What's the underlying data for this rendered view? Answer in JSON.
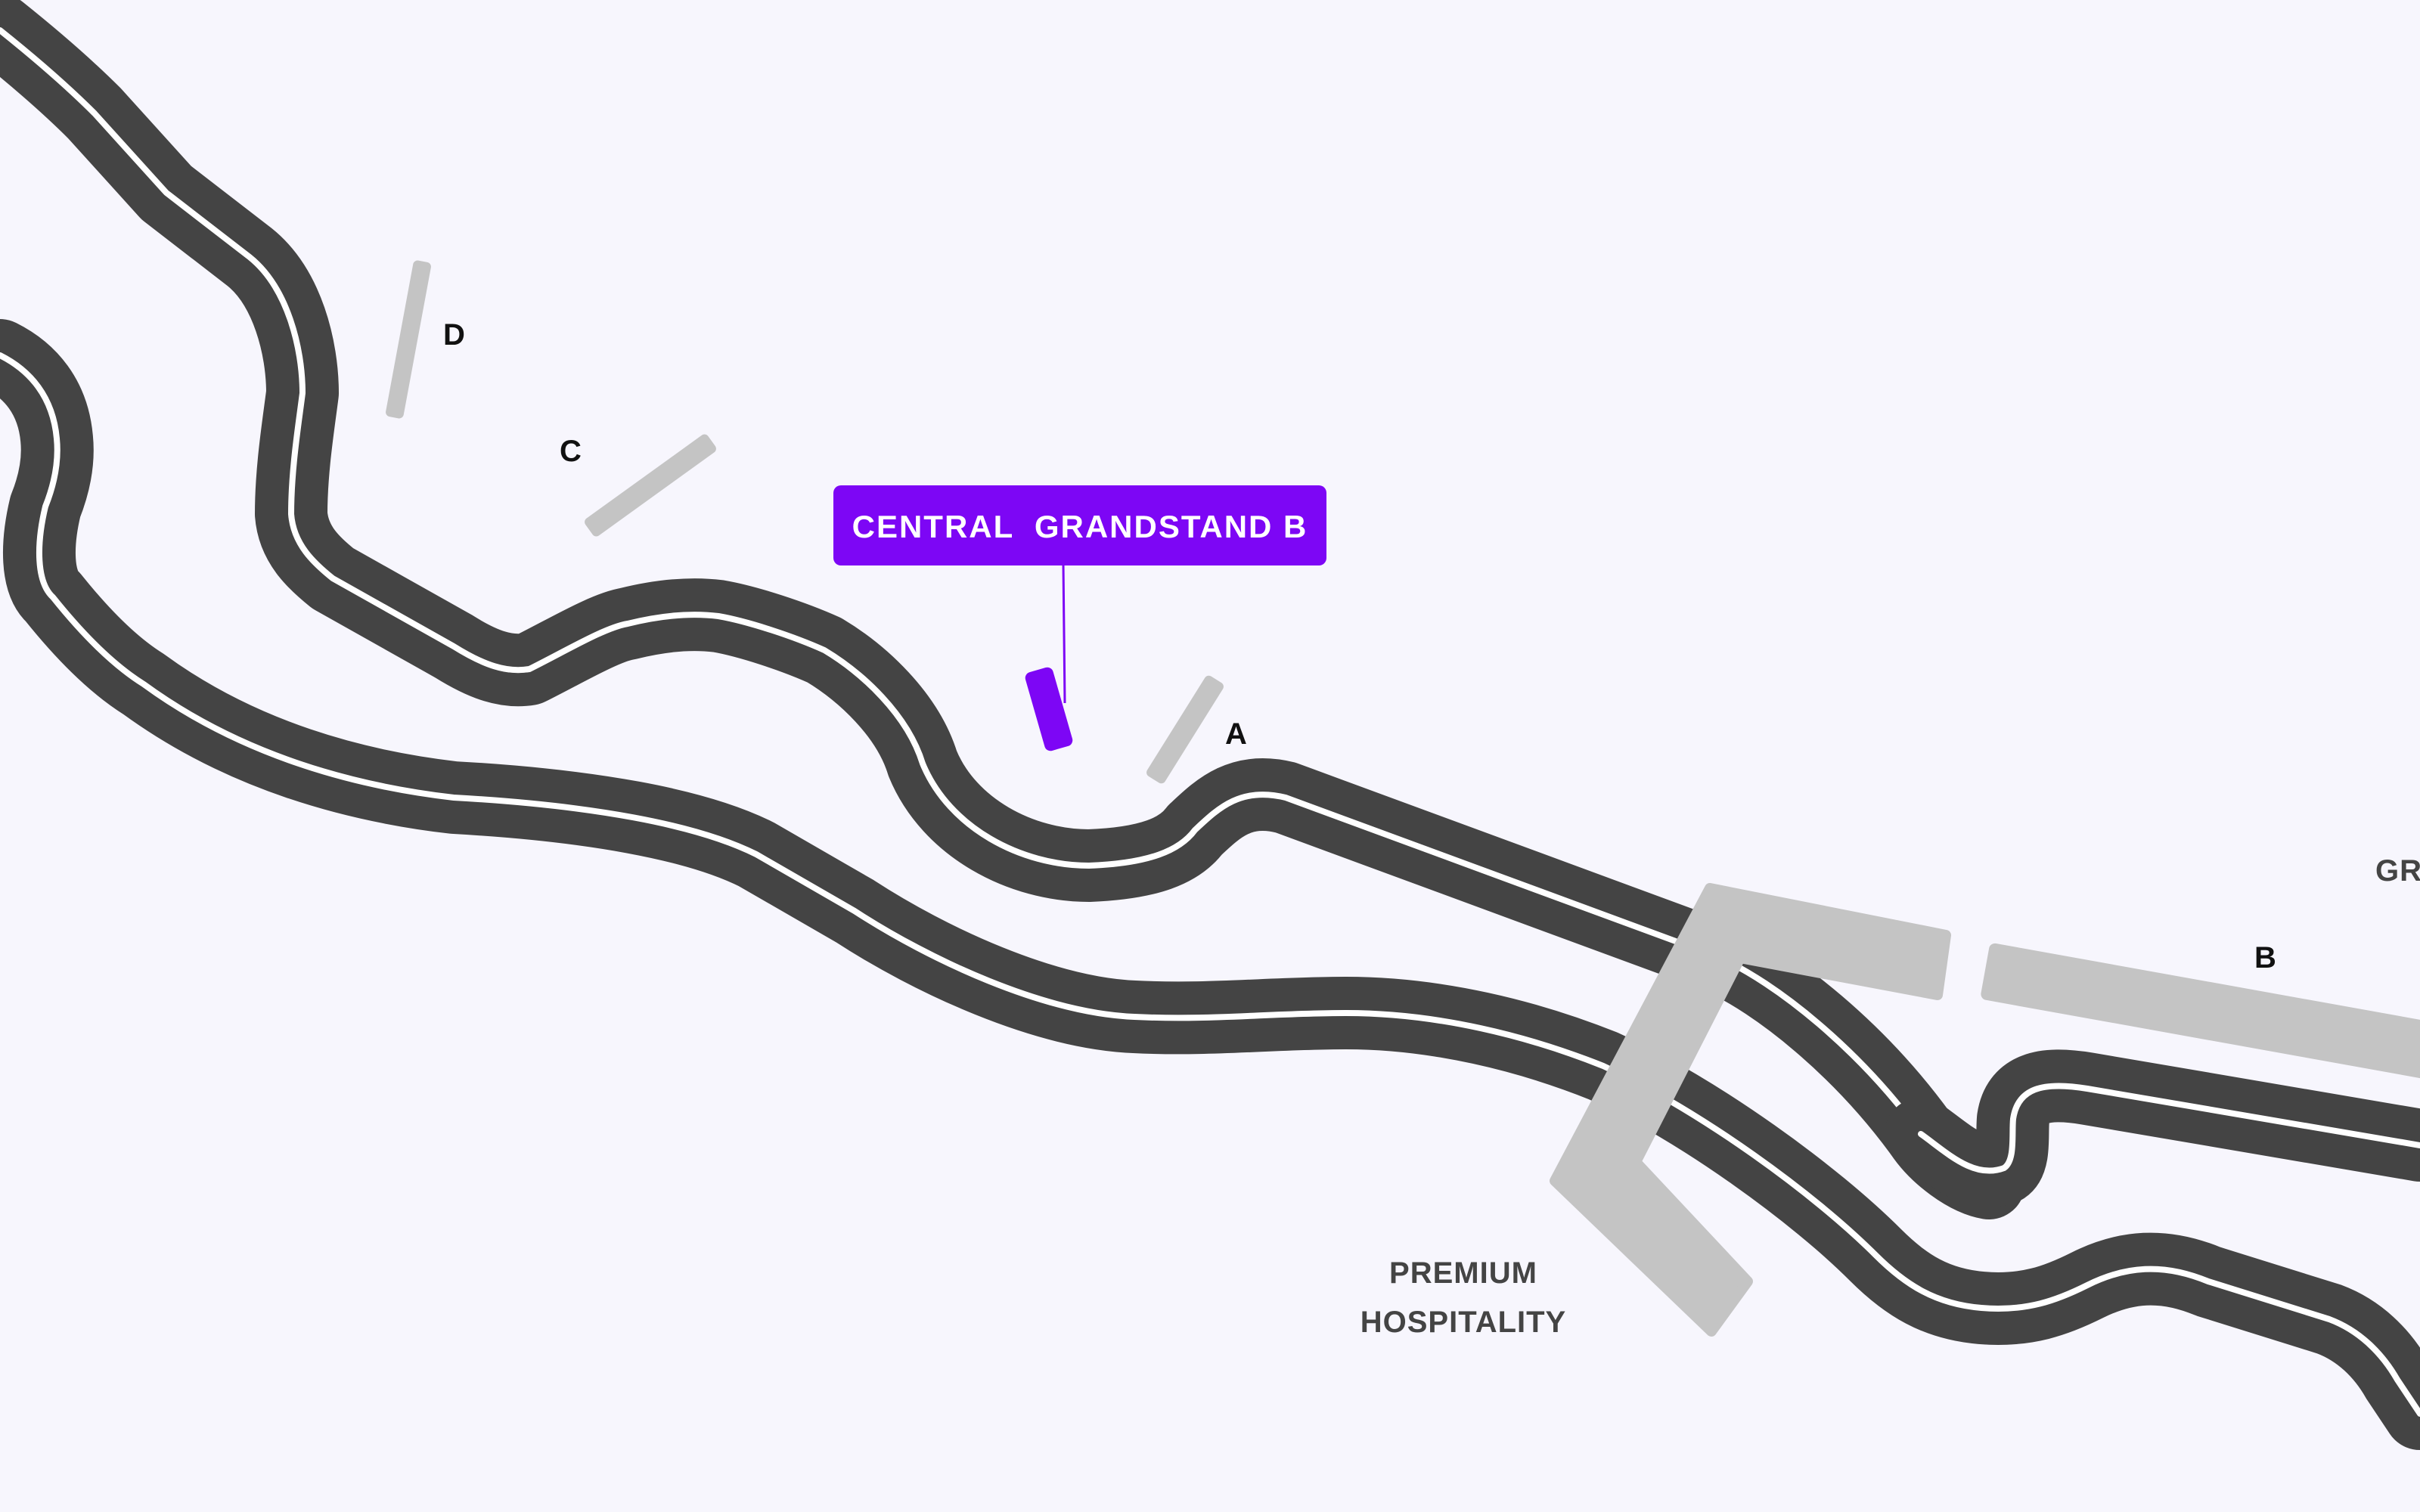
{
  "map": {
    "colors": {
      "background": "#f7f6fd",
      "track": "#444444",
      "track_line": "#ffffff",
      "stand": "#c4c4c4",
      "highlight": "#7d06f5"
    },
    "highlight": {
      "label": "CENTRAL  GRANDSTAND B"
    },
    "stands": [
      {
        "id": "D",
        "label": "D"
      },
      {
        "id": "C",
        "label": "C"
      },
      {
        "id": "A",
        "label": "A"
      },
      {
        "id": "B",
        "label": "B"
      }
    ],
    "zones": {
      "premium_line1": "PREMIUM",
      "premium_line2": "HOSPITALITY",
      "partial_label": "GR"
    }
  }
}
